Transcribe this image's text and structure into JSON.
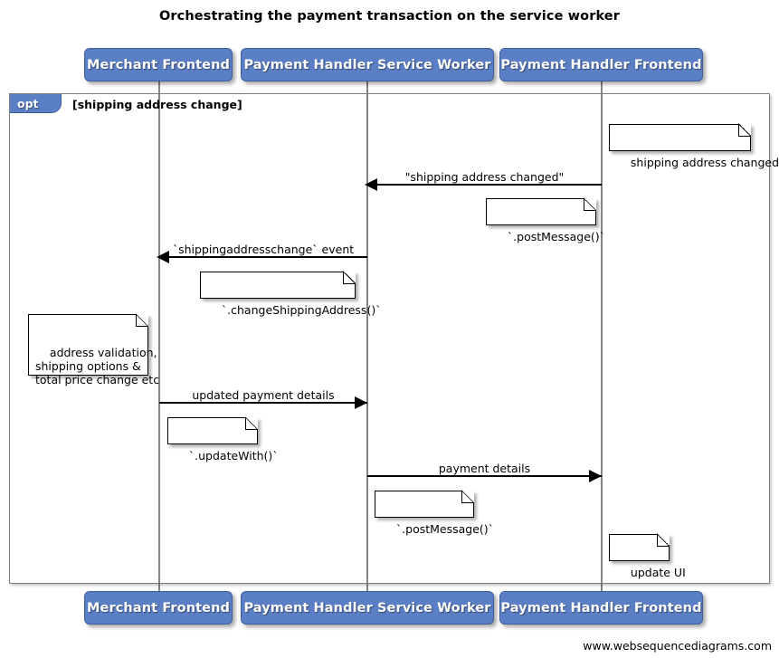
{
  "diagram": {
    "title": "Orchestrating the payment transaction on the service worker",
    "footer": "www.websequencediagrams.com",
    "accent_color": "#5b7fc4",
    "line_color": "#000000",
    "frame_color": "#7d7d7d"
  },
  "participants": [
    {
      "id": "merchant-frontend",
      "label": "Merchant Frontend"
    },
    {
      "id": "payment-handler-service-worker",
      "label": "Payment Handler Service Worker"
    },
    {
      "id": "payment-handler-frontend",
      "label": "Payment Handler Frontend"
    }
  ],
  "fragment": {
    "type": "opt",
    "label": "opt",
    "guard": "[shipping address change]"
  },
  "messages": [
    {
      "id": "shipping-address-changed",
      "label": "\"shipping address changed\"",
      "from": "payment-handler-frontend",
      "to": "payment-handler-service-worker",
      "direction": "left"
    },
    {
      "id": "shippingaddresschange-event",
      "label": "`shippingaddresschange` event",
      "from": "payment-handler-service-worker",
      "to": "merchant-frontend",
      "direction": "left"
    },
    {
      "id": "updated-payment-details",
      "label": "updated payment details",
      "from": "merchant-frontend",
      "to": "payment-handler-service-worker",
      "direction": "right"
    },
    {
      "id": "payment-details",
      "label": "payment details",
      "from": "payment-handler-service-worker",
      "to": "payment-handler-frontend",
      "direction": "right"
    }
  ],
  "notes": [
    {
      "id": "note-shipping-address-changed",
      "text": "shipping address changed"
    },
    {
      "id": "note-post-message-1",
      "text": "`.postMessage()`"
    },
    {
      "id": "note-change-shipping-address",
      "text": "`.changeShippingAddress()`"
    },
    {
      "id": "note-address-validation",
      "text": "address validation,\nshipping options &\ntotal price change etc"
    },
    {
      "id": "note-update-with",
      "text": "`.updateWith()`"
    },
    {
      "id": "note-post-message-2",
      "text": "`.postMessage()`"
    },
    {
      "id": "note-update-ui",
      "text": "update UI"
    }
  ]
}
